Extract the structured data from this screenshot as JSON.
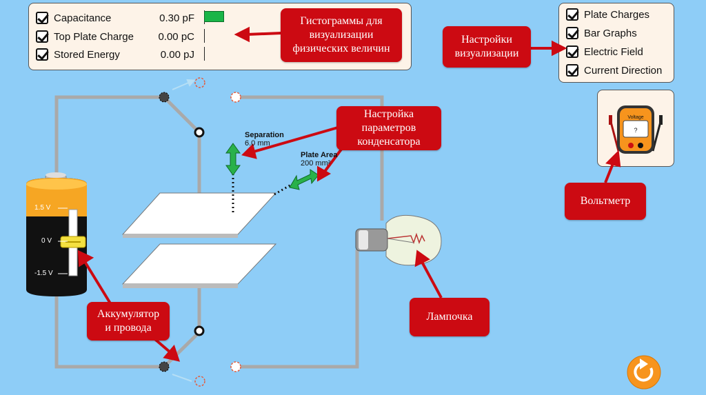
{
  "meters": [
    {
      "label": "Capacitance",
      "value": "0.30 pF",
      "checked": true
    },
    {
      "label": "Top Plate Charge",
      "value": "0.00 pC",
      "checked": true
    },
    {
      "label": "Stored Energy",
      "value": "0.00 pJ",
      "checked": true
    }
  ],
  "view_settings": [
    {
      "label": "Plate Charges",
      "checked": true
    },
    {
      "label": "Bar Graphs",
      "checked": true
    },
    {
      "label": "Electric Field",
      "checked": true
    },
    {
      "label": "Current Direction",
      "checked": true
    }
  ],
  "capacitor": {
    "separation_label": "Separation",
    "separation_value": "6.0 mm",
    "area_label": "Plate Area",
    "area_value": "200 mm²"
  },
  "battery": {
    "top": "1.5 V",
    "mid": "0 V",
    "bottom": "-1.5 V"
  },
  "voltmeter": {
    "label": "Voltage",
    "reading": "?"
  },
  "callouts": {
    "bar_graphs": "Гистограммы для\nвизуализации\nфизических величин",
    "view_settings": "Настройки\nвизуализации",
    "capacitor": "Настройка\nпараметров\nконденсатора",
    "voltmeter": "Вольтметр",
    "battery": "Аккумулятор\nи провода",
    "bulb": "Лампочка"
  },
  "colors": {
    "background": "#8ecdf7",
    "callout": "#cc0a12",
    "wire": "#a9a9a9",
    "arrow_green": "#29b14a"
  }
}
